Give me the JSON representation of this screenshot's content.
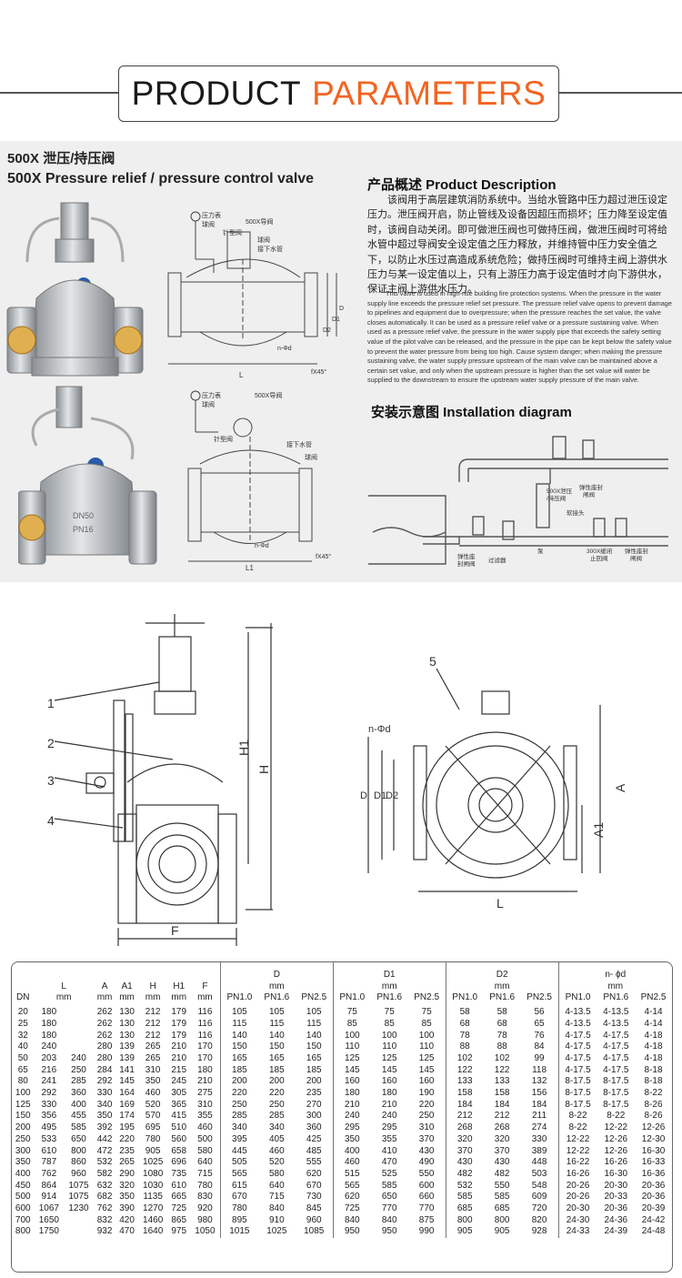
{
  "header": {
    "word1": "PRODUCT",
    "word2": "PARAMETERS"
  },
  "colors": {
    "accent": "#f26522",
    "panel": "#efefef",
    "line": "#444444"
  },
  "product": {
    "title_cn": "500X 泄压/持压阀",
    "title_en": "500X Pressure relief / pressure control valve"
  },
  "description": {
    "title": "产品概述 Product Description",
    "cn": "该阀用于高层建筑消防系统中。当给水管路中压力超过泄压设定压力。泄压阀开启，防止管线及设备因超压而损坏；压力降至设定值时，该阀自动关闭。即可做泄压阀也可做持压阀，做泄压阀时可将给水管中超过导阀安全设定值之压力释放，并维持管中压力安全值之下，以防止水压过高造成系统危险；做持压阀时可维持主阀上游供水压力与某一设定值以上，只有上游压力高于设定值时才向下游供水，保证主阀上游供水压力。",
    "en": "This valve is used in high-rise building fire protection systems. When the pressure in the water supply line exceeds the pressure relief set pressure. The pressure relief valve opens to prevent damage to pipelines and equipment due to overpressure; when the pressure reaches the set value, the valve closes automatically. It can be used as a pressure relief valve or a pressure sustaining valve. When used as a pressure relief valve, the pressure in the water supply pipe that exceeds the safety setting value of the pilot valve can be released, and the pressure in the pipe can be kept below the safety value to prevent the water pressure from being too high. Cause system danger; when making the pressure sustaining valve, the water supply pressure upstream of the main valve can be maintained above a certain set value, and only when the upstream pressure is higher than the set value will water be supplied to the downstream to ensure the upstream water supply pressure of the main valve."
  },
  "installation": {
    "title": "安装示意图 Installation diagram"
  },
  "diagram1": {
    "gauge": "压力表",
    "ball": "球阀",
    "pilot": "500X导阀",
    "needle": "针型阀",
    "ball2": "球阀",
    "drain": "接下水管",
    "bolt": "n-Φd",
    "L": "L",
    "D": "D",
    "D1": "D1",
    "D2": "D2",
    "flange": "fX45°"
  },
  "diagram2": {
    "gauge": "压力表",
    "ball": "球阀",
    "pilot": "500X导阀",
    "needle": "针型阀",
    "drain": "接下水管",
    "ball2": "球阀",
    "bolt": "n-Φd",
    "L1": "L1",
    "flange": "fX45°"
  },
  "install_labels": {
    "v500": "500X泄压\n/持压阀",
    "gate1": "弹性座封\n闸阀",
    "joint": "软接头",
    "check": "300X缓闭\n止回阀",
    "gate2": "弹性座封\n闸阀",
    "gate3": "弹性座\n封闸阀",
    "strainer": "过滤器",
    "pump": "泵"
  },
  "drawing": {
    "callouts": [
      "1",
      "2",
      "3",
      "4",
      "5"
    ],
    "dims": {
      "H": "H",
      "H1": "H1",
      "F": "F",
      "A": "A",
      "A1": "A1",
      "L": "L",
      "nd": "n-Φd",
      "D": "D",
      "D1": "D1",
      "D2": "D2"
    }
  },
  "table": {
    "headers_top": {
      "D": "D",
      "D1": "D1",
      "D2": "D2",
      "nd": "n- ϕd",
      "mm": "mm"
    },
    "columns": [
      "DN",
      "L",
      "A",
      "A1",
      "H",
      "H1",
      "F",
      "PN1.0",
      "PN1.6",
      "PN2.5",
      "PN1.0",
      "PN1.6",
      "PN2.5",
      "PN1.0",
      "PN1.6",
      "PN2.5",
      "PN1.0",
      "PN1.6",
      "PN2.5"
    ],
    "l_unit": "mm",
    "a_unit": "mm",
    "rows": [
      [
        "20",
        "180",
        "",
        "262",
        "130",
        "212",
        "179",
        "116",
        "105",
        "105",
        "105",
        "75",
        "75",
        "75",
        "58",
        "58",
        "56",
        "4-13.5",
        "4-13.5",
        "4-14"
      ],
      [
        "25",
        "180",
        "",
        "262",
        "130",
        "212",
        "179",
        "116",
        "115",
        "115",
        "115",
        "85",
        "85",
        "85",
        "68",
        "68",
        "65",
        "4-13.5",
        "4-13.5",
        "4-14"
      ],
      [
        "32",
        "180",
        "",
        "262",
        "130",
        "212",
        "179",
        "116",
        "140",
        "140",
        "140",
        "100",
        "100",
        "100",
        "78",
        "78",
        "76",
        "4-17.5",
        "4-17.5",
        "4-18"
      ],
      [
        "40",
        "240",
        "",
        "280",
        "139",
        "265",
        "210",
        "170",
        "150",
        "150",
        "150",
        "110",
        "110",
        "110",
        "88",
        "88",
        "84",
        "4-17.5",
        "4-17.5",
        "4-18"
      ],
      [
        "50",
        "203",
        "240",
        "280",
        "139",
        "265",
        "210",
        "170",
        "165",
        "165",
        "165",
        "125",
        "125",
        "125",
        "102",
        "102",
        "99",
        "4-17.5",
        "4-17.5",
        "4-18"
      ],
      [
        "65",
        "216",
        "250",
        "284",
        "141",
        "310",
        "215",
        "180",
        "185",
        "185",
        "185",
        "145",
        "145",
        "145",
        "122",
        "122",
        "118",
        "4-17.5",
        "4-17.5",
        "8-18"
      ],
      [
        "80",
        "241",
        "285",
        "292",
        "145",
        "350",
        "245",
        "210",
        "200",
        "200",
        "200",
        "160",
        "160",
        "160",
        "133",
        "133",
        "132",
        "8-17.5",
        "8-17.5",
        "8-18"
      ],
      [
        "100",
        "292",
        "360",
        "330",
        "164",
        "460",
        "305",
        "275",
        "220",
        "220",
        "235",
        "180",
        "180",
        "190",
        "158",
        "158",
        "156",
        "8-17.5",
        "8-17.5",
        "8-22"
      ],
      [
        "125",
        "330",
        "400",
        "340",
        "169",
        "520",
        "365",
        "310",
        "250",
        "250",
        "270",
        "210",
        "210",
        "220",
        "184",
        "184",
        "184",
        "8-17.5",
        "8-17.5",
        "8-26"
      ],
      [
        "150",
        "356",
        "455",
        "350",
        "174",
        "570",
        "415",
        "355",
        "285",
        "285",
        "300",
        "240",
        "240",
        "250",
        "212",
        "212",
        "211",
        "8-22",
        "8-22",
        "8-26"
      ],
      [
        "200",
        "495",
        "585",
        "392",
        "195",
        "695",
        "510",
        "460",
        "340",
        "340",
        "360",
        "295",
        "295",
        "310",
        "268",
        "268",
        "274",
        "8-22",
        "12-22",
        "12-26"
      ],
      [
        "250",
        "533",
        "650",
        "442",
        "220",
        "780",
        "560",
        "500",
        "395",
        "405",
        "425",
        "350",
        "355",
        "370",
        "320",
        "320",
        "330",
        "12-22",
        "12-26",
        "12-30"
      ],
      [
        "300",
        "610",
        "800",
        "472",
        "235",
        "905",
        "658",
        "580",
        "445",
        "460",
        "485",
        "400",
        "410",
        "430",
        "370",
        "370",
        "389",
        "12-22",
        "12-26",
        "16-30"
      ],
      [
        "350",
        "787",
        "860",
        "532",
        "265",
        "1025",
        "696",
        "640",
        "505",
        "520",
        "555",
        "460",
        "470",
        "490",
        "430",
        "430",
        "448",
        "16-22",
        "16-26",
        "16-33"
      ],
      [
        "400",
        "762",
        "960",
        "582",
        "290",
        "1080",
        "735",
        "715",
        "565",
        "580",
        "620",
        "515",
        "525",
        "550",
        "482",
        "482",
        "503",
        "16-26",
        "16-30",
        "16-36"
      ],
      [
        "450",
        "864",
        "1075",
        "632",
        "320",
        "1030",
        "610",
        "780",
        "615",
        "640",
        "670",
        "565",
        "585",
        "600",
        "532",
        "550",
        "548",
        "20-26",
        "20-30",
        "20-36"
      ],
      [
        "500",
        "914",
        "1075",
        "682",
        "350",
        "1135",
        "665",
        "830",
        "670",
        "715",
        "730",
        "620",
        "650",
        "660",
        "585",
        "585",
        "609",
        "20-26",
        "20-33",
        "20-36"
      ],
      [
        "600",
        "1067",
        "1230",
        "762",
        "390",
        "1270",
        "725",
        "920",
        "780",
        "840",
        "845",
        "725",
        "770",
        "770",
        "685",
        "685",
        "720",
        "20-30",
        "20-36",
        "20-39"
      ],
      [
        "700",
        "1650",
        "",
        "832",
        "420",
        "1460",
        "865",
        "980",
        "895",
        "910",
        "960",
        "840",
        "840",
        "875",
        "800",
        "800",
        "820",
        "24-30",
        "24-36",
        "24-42"
      ],
      [
        "800",
        "1750",
        "",
        "932",
        "470",
        "1640",
        "975",
        "1050",
        "1015",
        "1025",
        "1085",
        "950",
        "950",
        "990",
        "905",
        "905",
        "928",
        "24-33",
        "24-39",
        "24-48"
      ]
    ]
  }
}
